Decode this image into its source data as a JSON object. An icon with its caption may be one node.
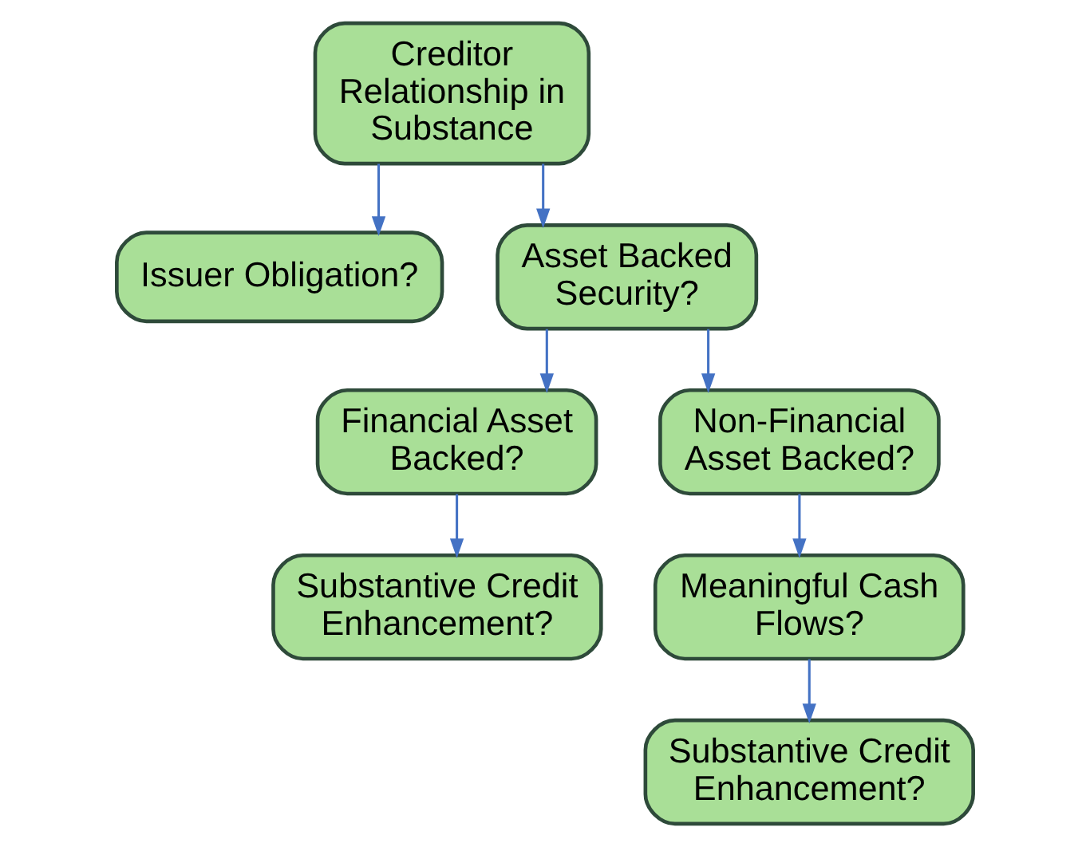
{
  "diagram": {
    "nodes": [
      {
        "text": [
          "Creditor Relationship in Substance"
        ]
      },
      {
        "text": [
          "Issuer Obligation?"
        ]
      },
      {
        "text": [
          "Asset Backed Security?"
        ]
      },
      {
        "text": [
          "Financial Asset Backed?"
        ]
      },
      {
        "text": [
          "Non-Financial Asset Backed?"
        ]
      },
      {
        "text": [
          "Substantive Credit Enhancement?"
        ]
      },
      {
        "text": [
          "Meaningful Cash Flows?"
        ]
      },
      {
        "text": [
          "Substantive Credit Enhancement?"
        ]
      }
    ],
    "edges": [
      {
        "from": 0,
        "to": 1,
        "arrow": "to"
      },
      {
        "from": 0,
        "to": 2,
        "arrow": "to"
      },
      {
        "from": 2,
        "to": 3,
        "arrow": "to"
      },
      {
        "from": 2,
        "to": 4,
        "arrow": "to"
      },
      {
        "from": 3,
        "to": 5,
        "arrow": "to"
      },
      {
        "from": 4,
        "to": 6,
        "arrow": "to"
      },
      {
        "from": 6,
        "to": 7,
        "arrow": "to"
      }
    ]
  }
}
